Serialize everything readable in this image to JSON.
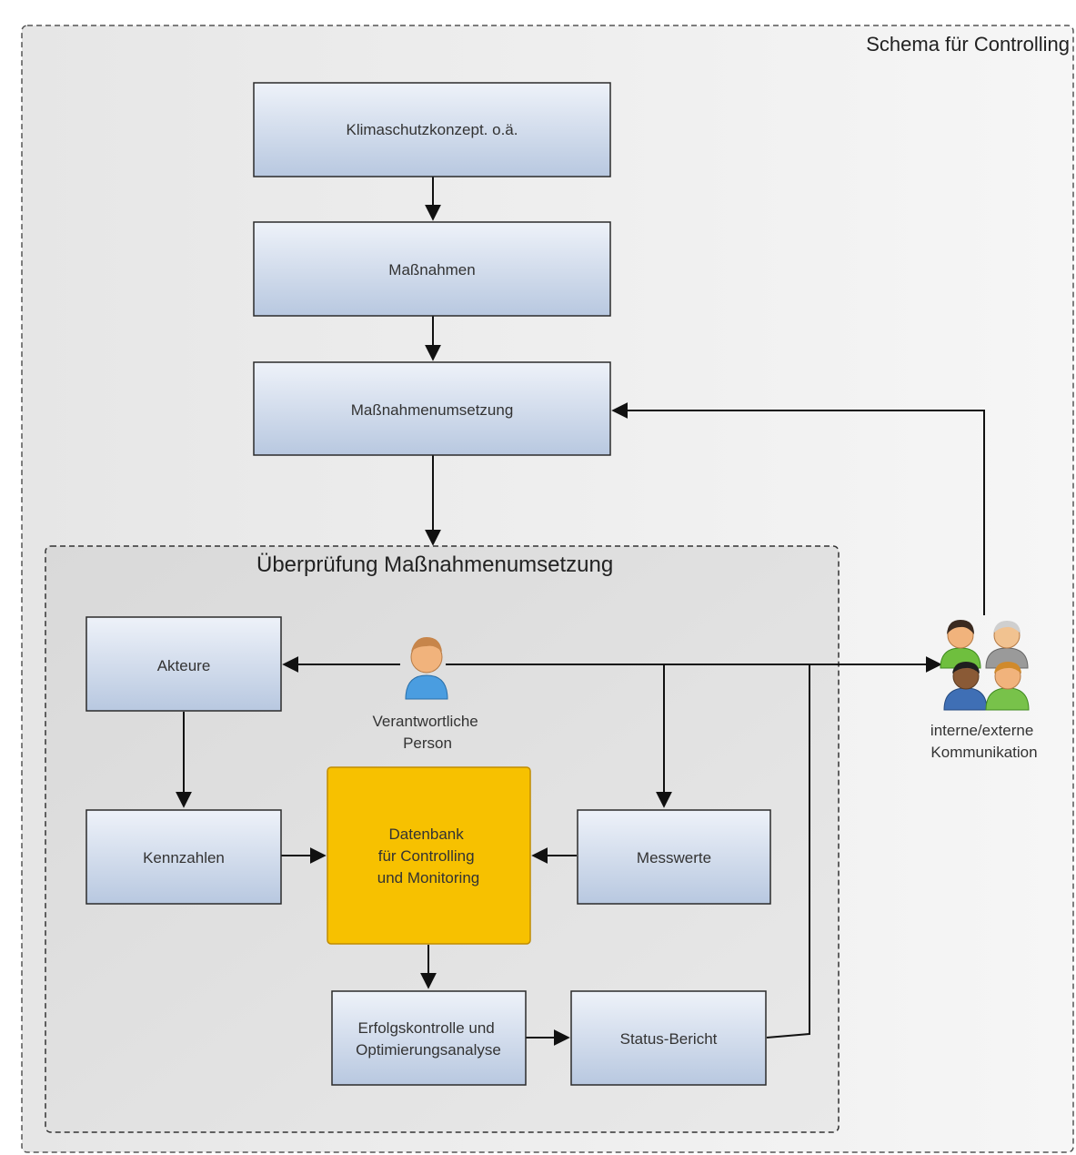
{
  "outer_frame": {
    "title": "Schema für Controlling"
  },
  "inner_frame": {
    "title": "Überprüfung Maßnahmenumsetzung"
  },
  "boxes": {
    "klimaschutz": {
      "lines": [
        "Klimaschutzkonzept. o.ä."
      ]
    },
    "massnahmen": {
      "lines": [
        "Maßnahmen"
      ]
    },
    "umsetzung": {
      "lines": [
        "Maßnahmenumsetzung"
      ]
    },
    "akteure": {
      "lines": [
        "Akteure"
      ]
    },
    "kennzahlen": {
      "lines": [
        "Kennzahlen"
      ]
    },
    "datenbank": {
      "lines": [
        "Datenbank",
        "für Controlling",
        "und Monitoring"
      ]
    },
    "messwerte": {
      "lines": [
        "Messwerte"
      ]
    },
    "erfolgskontrolle": {
      "lines": [
        "Erfolgskontrolle und",
        "Optimierungsanalyse"
      ]
    },
    "status_bericht": {
      "lines": [
        "Status-Bericht"
      ]
    }
  },
  "persons": {
    "verantwortliche": {
      "lines": [
        "Verantwortliche",
        "Person"
      ],
      "icon": "person-icon"
    },
    "kommunikation": {
      "lines": [
        "interne/externe",
        "Kommunikation"
      ],
      "icon": "people-group-icon"
    }
  },
  "colors": {
    "box_fill_top": "#eef2f9",
    "box_fill_bottom": "#b8c8e0",
    "box_stroke": "#2b2b2b",
    "highlight_fill": "#f7c100",
    "highlight_stroke": "#c08c00",
    "frame_fill": "#ececec",
    "inner_frame_fill": "#dedede",
    "line": "#111111"
  }
}
